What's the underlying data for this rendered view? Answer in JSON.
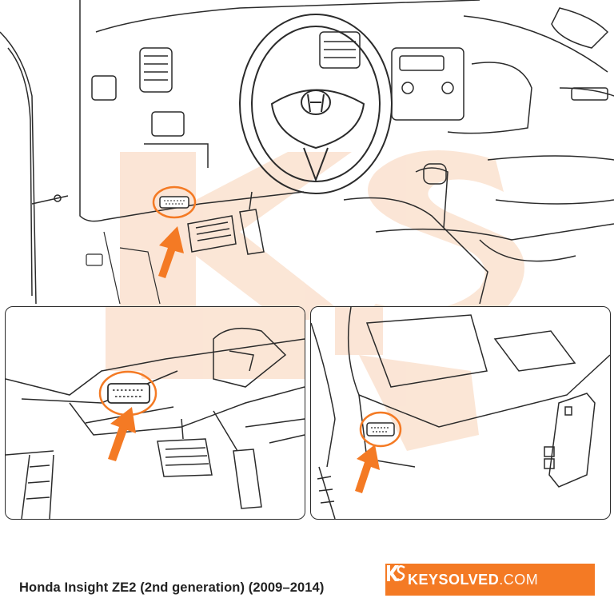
{
  "caption": "Honda Insight ZE2 (2nd generation) (2009–2014)",
  "brand": {
    "name_bold": "KEYSOLVED",
    "name_light": ".COM",
    "background": "#f47a24",
    "logo_icon": "ks-logo-icon"
  },
  "colors": {
    "line_art": "#2b2b2b",
    "highlight": "#f47a24",
    "watermark": "#fbe3d2"
  },
  "callouts": [
    {
      "panel": "main-view",
      "target": "obd-port"
    },
    {
      "panel": "close-up-left",
      "target": "obd-port"
    },
    {
      "panel": "close-up-right",
      "target": "obd-port"
    }
  ]
}
